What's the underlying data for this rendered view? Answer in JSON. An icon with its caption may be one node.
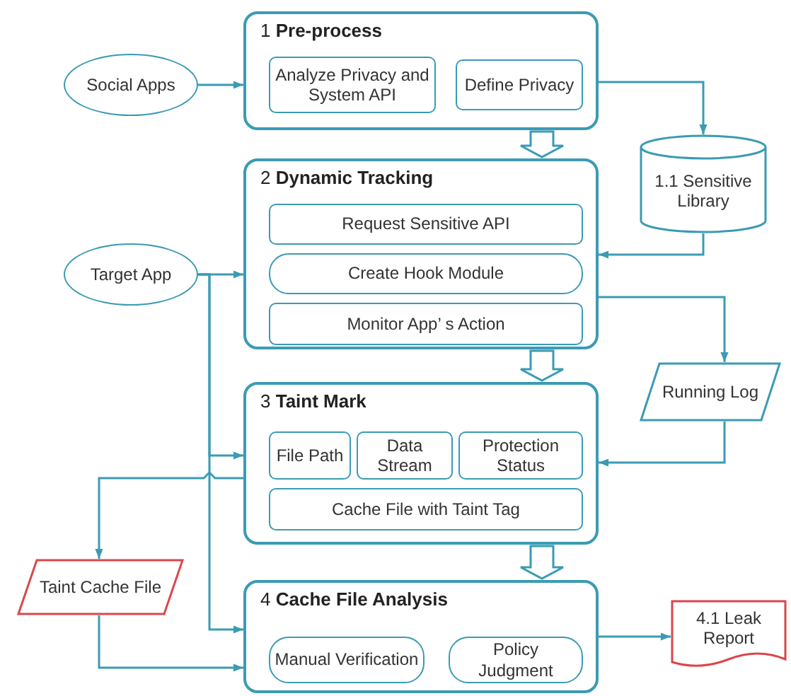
{
  "diagram": {
    "nodes": [
      {
        "text": [
          "Social Apps"
        ]
      },
      {
        "text": [
          "1 **Pre-process**"
        ]
      },
      {
        "text": [
          "Analyze Privacy and System API"
        ],
        "in": 1
      },
      {
        "text": [
          "Define Privacy"
        ],
        "in": 1
      },
      {
        "text": [
          "1.1 Sensitive Library"
        ]
      },
      {
        "text": [
          "Target App"
        ]
      },
      {
        "text": [
          "2 **Dynamic Tracking**"
        ]
      },
      {
        "text": [
          "Request Sensitive API"
        ],
        "in": 6
      },
      {
        "text": [
          "Create Hook Module"
        ],
        "in": 6
      },
      {
        "text": [
          "Monitor App’ s Action"
        ],
        "in": 6
      },
      {
        "text": [
          "Running Log"
        ]
      },
      {
        "text": [
          "3 **Taint Mark**"
        ]
      },
      {
        "text": [
          "File Path"
        ],
        "in": 11
      },
      {
        "text": [
          "Data Stream"
        ],
        "in": 11
      },
      {
        "text": [
          "Protection Status"
        ],
        "in": 11
      },
      {
        "text": [
          "Cache File with Taint Tag"
        ],
        "in": 11
      },
      {
        "text": [
          "Taint Cache File"
        ]
      },
      {
        "text": [
          "4 **Cache File Analysis**"
        ]
      },
      {
        "text": [
          "Manual Verification"
        ],
        "in": 17
      },
      {
        "text": [
          "Policy Judgment"
        ],
        "in": 17
      },
      {
        "text": [
          "4.1 Leak Report"
        ]
      }
    ],
    "edges": [
      {
        "from": 0,
        "to": 1,
        "arrow": "to"
      },
      {
        "from": 1,
        "to": 6,
        "arrow": "to",
        "style": "thick"
      },
      {
        "from": 1,
        "to": 4,
        "arrow": "to"
      },
      {
        "from": 4,
        "to": 6,
        "arrow": "to"
      },
      {
        "from": 5,
        "to": 6,
        "arrow": "to"
      },
      {
        "from": 5,
        "to": 11,
        "arrow": "to"
      },
      {
        "from": 5,
        "to": 17,
        "arrow": "to"
      },
      {
        "from": 6,
        "to": 10,
        "arrow": "to"
      },
      {
        "from": 10,
        "to": 11,
        "arrow": "to"
      },
      {
        "from": 6,
        "to": 11,
        "arrow": "to",
        "style": "thick"
      },
      {
        "from": 11,
        "to": 16,
        "arrow": "to"
      },
      {
        "from": 16,
        "to": 17,
        "arrow": "to"
      },
      {
        "from": 11,
        "to": 17,
        "arrow": "to",
        "style": "thick"
      },
      {
        "from": 17,
        "to": 20,
        "arrow": "to"
      }
    ]
  }
}
